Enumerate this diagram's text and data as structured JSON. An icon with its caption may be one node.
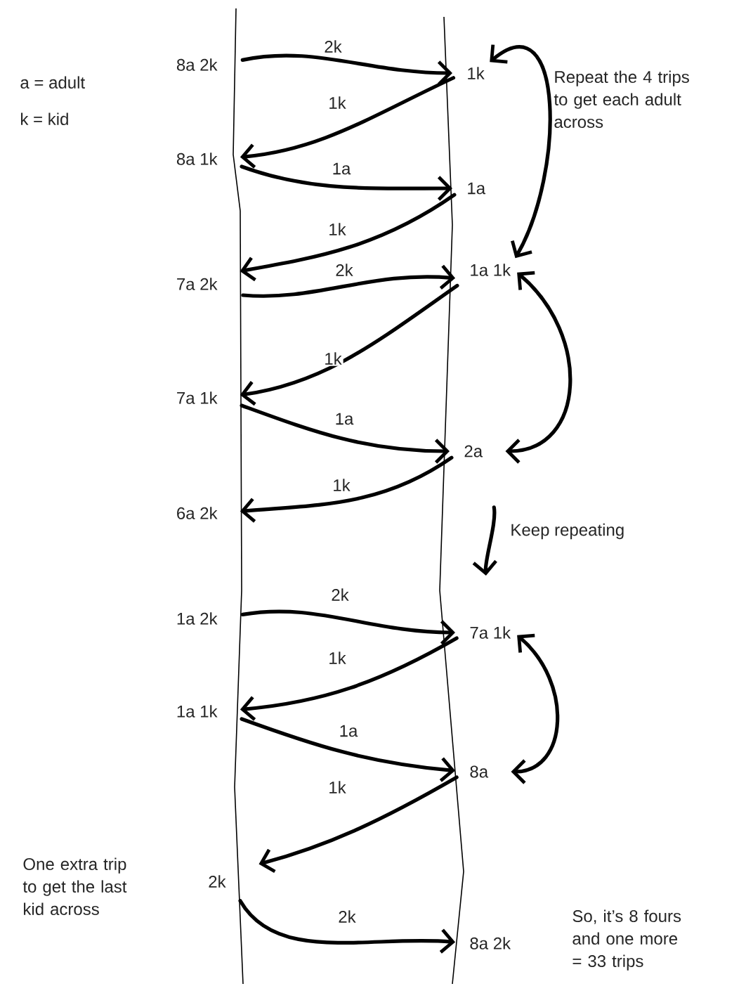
{
  "diagram": {
    "nodes": [
      {
        "text": [
          "8a 2k"
        ]
      },
      {
        "text": [
          "1k"
        ]
      },
      {
        "text": [
          "8a 1k"
        ]
      },
      {
        "text": [
          "1a"
        ]
      },
      {
        "text": [
          "1a 1k"
        ]
      },
      {
        "text": [
          "7a 2k"
        ]
      },
      {
        "text": [
          "7a 1k"
        ]
      },
      {
        "text": [
          "2a"
        ]
      },
      {
        "text": [
          "6a 2k"
        ]
      },
      {
        "text": [
          "1a 2k"
        ]
      },
      {
        "text": [
          "7a 1k"
        ]
      },
      {
        "text": [
          "1a 1k"
        ]
      },
      {
        "text": [
          "8a"
        ]
      },
      {
        "text": [
          "2k"
        ]
      },
      {
        "text": [
          "8a 2k"
        ]
      }
    ],
    "edges": [
      {
        "from": 0,
        "to": 1,
        "arrow": "to",
        "label": "2k"
      },
      {
        "from": 1,
        "to": 2,
        "arrow": "to",
        "label": "1k"
      },
      {
        "from": 2,
        "to": 3,
        "arrow": "to",
        "label": "1a"
      },
      {
        "from": 3,
        "to": 5,
        "arrow": "to",
        "label": "1k"
      },
      {
        "from": 5,
        "to": 4,
        "arrow": "to",
        "label": "2k"
      },
      {
        "from": 4,
        "to": 6,
        "arrow": "to",
        "label": "1k"
      },
      {
        "from": 6,
        "to": 7,
        "arrow": "to",
        "label": "1a"
      },
      {
        "from": 7,
        "to": 8,
        "arrow": "to",
        "label": "1k"
      },
      {
        "from": 9,
        "to": 10,
        "arrow": "to",
        "label": "2k"
      },
      {
        "from": 10,
        "to": 11,
        "arrow": "to",
        "label": "1k"
      },
      {
        "from": 11,
        "to": 12,
        "arrow": "to",
        "label": "1a"
      },
      {
        "from": 12,
        "to": 13,
        "arrow": "to",
        "label": "1k"
      },
      {
        "from": 13,
        "to": 14,
        "arrow": "to",
        "label": "2k"
      },
      {
        "from": 1,
        "to": 4,
        "arrow": "both"
      },
      {
        "from": 4,
        "to": 7,
        "arrow": "both"
      },
      {
        "from": 7,
        "to": 10,
        "arrow": "to",
        "label": "Keep repeating"
      },
      {
        "from": 10,
        "to": 12,
        "arrow": "both"
      }
    ],
    "labels": [
      "a = adult",
      "k = kid",
      "Repeat the 4 trips to get each adult across",
      "One extra trip to get the last kid across",
      "So, it’s 8 fours and one more = 33 trips"
    ]
  }
}
